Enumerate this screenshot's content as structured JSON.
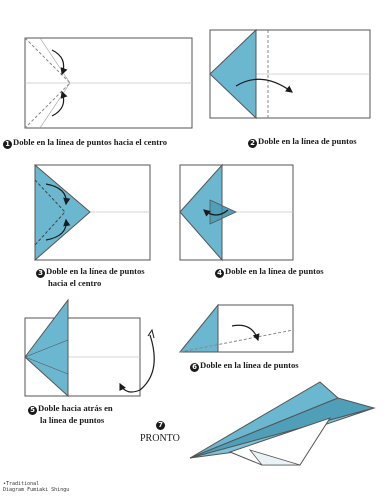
{
  "steps": [
    {
      "number": "1",
      "text": "Doble en la línea de puntos hacia el centro"
    },
    {
      "number": "2",
      "text": "Doble en la línea de puntos"
    },
    {
      "number": "3",
      "text_line1": "Doble en la línea de puntos",
      "text_line2": "hacia el centro"
    },
    {
      "number": "4",
      "text": "Doble en la línea de puntos"
    },
    {
      "number": "5",
      "text_line1": "Doble hacia atrás en",
      "text_line2": "la línea de puntos"
    },
    {
      "number": "6",
      "text": "Doble en la línea de puntos"
    },
    {
      "number": "7",
      "text": "PRONTO"
    }
  ],
  "footer": {
    "line1": "•Traditional",
    "line2": "Diagram Fumiaki Shingu"
  },
  "colors": {
    "paper_blue": "#6bb7cf",
    "paper_blue_dark": "#4f9fb9",
    "outline": "#555555",
    "guide": "#c9c9c9",
    "arrow": "#1b1b1b"
  }
}
